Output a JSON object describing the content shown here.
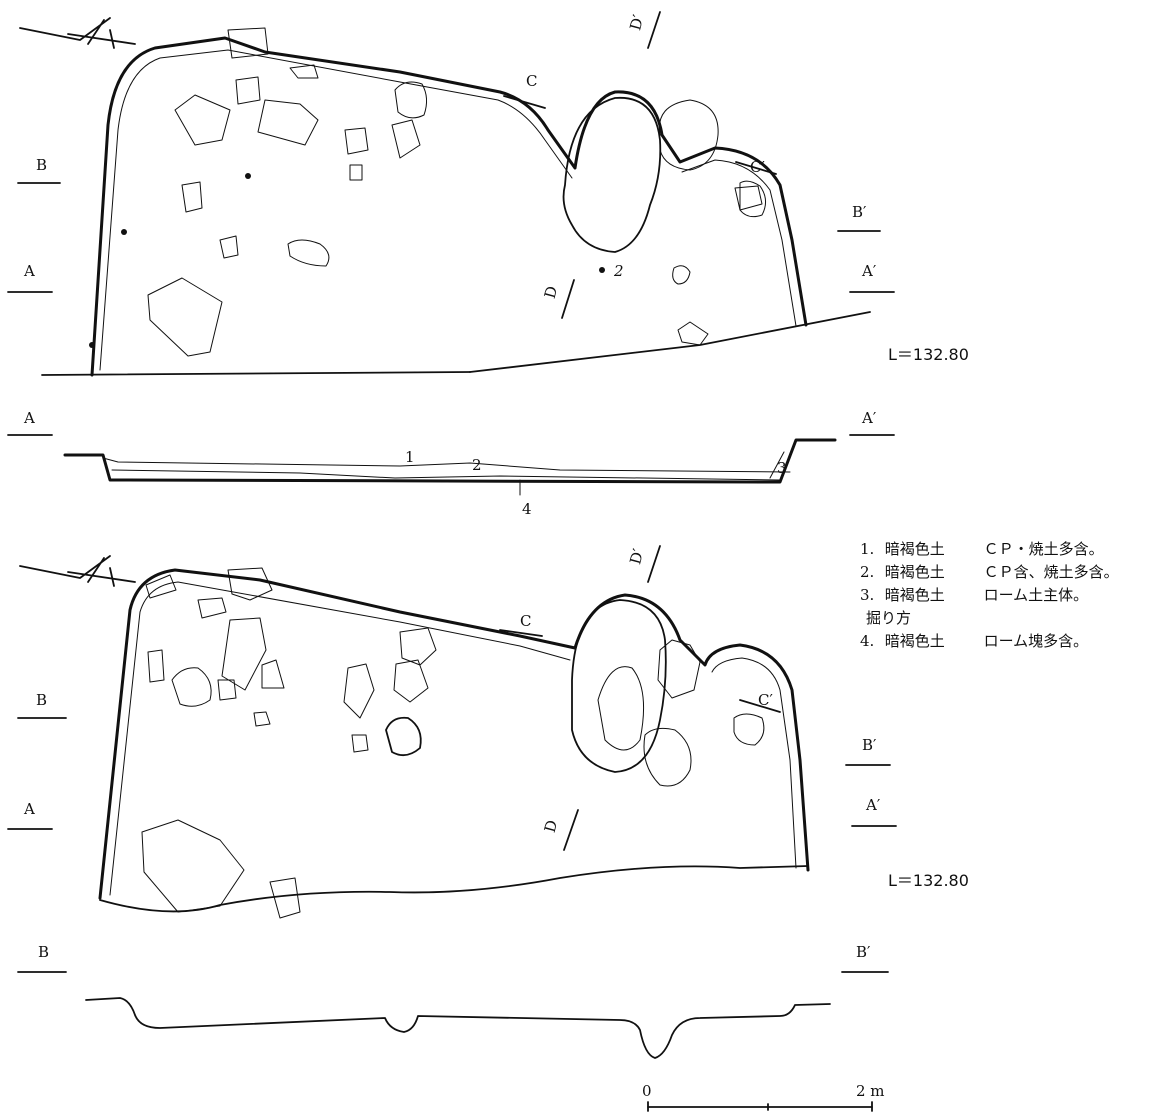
{
  "section_markers": {
    "A": "A",
    "A_prime": "A′",
    "B": "B",
    "B_prime": "B′",
    "C": "C",
    "C_prime": "C′",
    "D": "D",
    "D_prime": "D′"
  },
  "elevation_label": "L＝132.80",
  "point_labels": {
    "p2": "2"
  },
  "layer_numbers": [
    "1",
    "2",
    "3",
    "4"
  ],
  "legend": {
    "items": [
      {
        "num": "1.",
        "soil": "暗褐色土",
        "desc": "ＣＰ・焼土多含。"
      },
      {
        "num": "2.",
        "soil": "暗褐色土",
        "desc": "ＣＰ含、焼土多含。"
      },
      {
        "num": "3.",
        "soil": "暗褐色土",
        "desc": "ローム土主体。"
      }
    ],
    "subheading": "掘り方",
    "item4": {
      "num": "4.",
      "soil": "暗褐色土",
      "desc": "ローム塊多含。"
    }
  },
  "scale_bar": {
    "start_label": "0",
    "end_label": "2 m"
  }
}
